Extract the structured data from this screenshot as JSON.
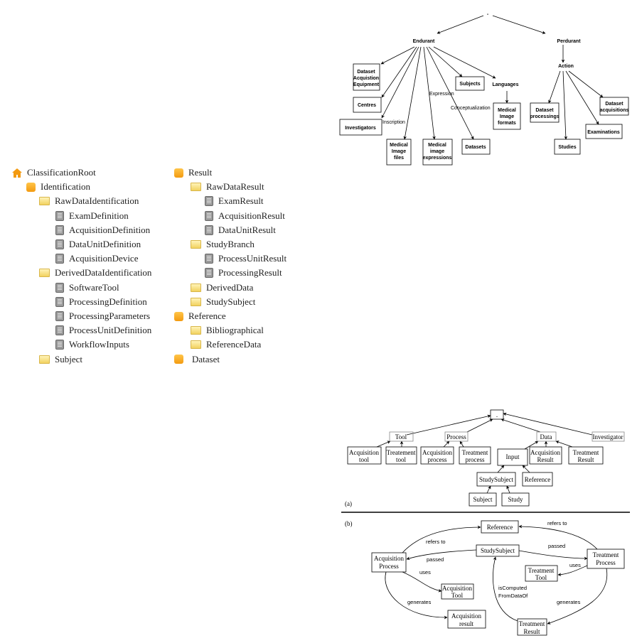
{
  "tree": {
    "left": [
      {
        "label": "ClassificationRoot",
        "icon": "home",
        "level": 0
      },
      {
        "label": "Identification",
        "icon": "cube",
        "level": 1
      },
      {
        "label": "RawDataIdentification",
        "icon": "folder",
        "level": 2
      },
      {
        "label": "ExamDefinition",
        "icon": "doc",
        "level": 3
      },
      {
        "label": "AcquisitionDefinition",
        "icon": "doc",
        "level": 3
      },
      {
        "label": "DataUnitDefinition",
        "icon": "doc",
        "level": 3
      },
      {
        "label": "AcquisitionDevice",
        "icon": "doc",
        "level": 3
      },
      {
        "label": "DerivedDataIdentification",
        "icon": "folder",
        "level": 2
      },
      {
        "label": "SoftwareTool",
        "icon": "doc",
        "level": 3
      },
      {
        "label": "ProcessingDefinition",
        "icon": "doc",
        "level": 3
      },
      {
        "label": "ProcessingParameters",
        "icon": "doc",
        "level": 3
      },
      {
        "label": "ProcessUnitDefinition",
        "icon": "doc",
        "level": 3
      },
      {
        "label": "WorkflowInputs",
        "icon": "doc",
        "level": 3
      },
      {
        "label": "Subject",
        "icon": "folder",
        "level": 2
      }
    ],
    "right": [
      {
        "label": "Result",
        "icon": "cube",
        "level": 1
      },
      {
        "label": "RawDataResult",
        "icon": "folder",
        "level": 2
      },
      {
        "label": "ExamResult",
        "icon": "doc",
        "level": 3
      },
      {
        "label": "AcquisitionResult",
        "icon": "doc",
        "level": 3
      },
      {
        "label": "DataUnitResult",
        "icon": "doc",
        "level": 3
      },
      {
        "label": "StudyBranch",
        "icon": "folder",
        "level": 2
      },
      {
        "label": "ProcessUnitResult",
        "icon": "doc",
        "level": 3
      },
      {
        "label": "ProcessingResult",
        "icon": "doc",
        "level": 3
      },
      {
        "label": "DerivedData",
        "icon": "folder",
        "level": 2
      },
      {
        "label": "StudySubject",
        "icon": "folder",
        "level": 2
      },
      {
        "label": "Reference",
        "icon": "cube",
        "level": 1
      },
      {
        "label": "Bibliographical",
        "icon": "folder",
        "level": 2
      },
      {
        "label": "ReferenceData",
        "icon": "folder",
        "level": 2
      },
      {
        "label": "Dataset",
        "icon": "cube",
        "level": 1
      }
    ]
  },
  "ontology": {
    "root": "-",
    "endurant": "Endurant",
    "perdurant": "Perdurant",
    "action": "Action",
    "equip": [
      "Dataset",
      "Acquistion",
      "Equipment"
    ],
    "centres": "Centres",
    "investigators": "Investigators",
    "mif": [
      "Medical",
      "Image",
      "files"
    ],
    "mie": [
      "Medical",
      "image",
      "expressions"
    ],
    "datasets": "Datasets",
    "subjects": "Subjects",
    "languages": "Languages",
    "mifmt": [
      "Medical",
      "Image",
      "formats"
    ],
    "dproc": [
      "Dataset",
      "processings"
    ],
    "studies": "Studies",
    "exams": "Examinations",
    "dacq": [
      "Dataset",
      "acquisitions"
    ],
    "expression": "Expression",
    "conceptualization": "Conceptualization",
    "inscription": "Inscription"
  },
  "hier": {
    "root": ".",
    "tool": "Tool",
    "process": "Process",
    "data": "Data",
    "investigator": "Investigator",
    "acqtool": [
      "Acquisition",
      "tool"
    ],
    "treattool": [
      "Treatement",
      "tool"
    ],
    "acqproc": [
      "Acquisition",
      "process"
    ],
    "treatproc": [
      "Treatment",
      "process"
    ],
    "input": "Input",
    "acqres": [
      "Acquisition",
      "Result"
    ],
    "treatres": [
      "Treatment",
      "Result"
    ],
    "studysubject": "StudySubject",
    "reference": "Reference",
    "subject": "Subject",
    "study": "Study",
    "caption": "(a)"
  },
  "relations": {
    "caption": "(b)",
    "reference": "Reference",
    "studysubject": "StudySubject",
    "acqproc": [
      "Acquisition",
      "Process"
    ],
    "treatproc": [
      "Treatment",
      "Process"
    ],
    "treattool": [
      "Treatment",
      "Tool"
    ],
    "acqtool": [
      "Acquisition",
      "Tool"
    ],
    "acqres": [
      "Acquisition",
      "result"
    ],
    "treatres": [
      "Treatment",
      "Result"
    ],
    "refers_to": "refers to",
    "passed": "passed",
    "uses": "uses",
    "generates": "generates",
    "iscomputed": [
      "isComputed",
      "FromDataOf"
    ]
  }
}
